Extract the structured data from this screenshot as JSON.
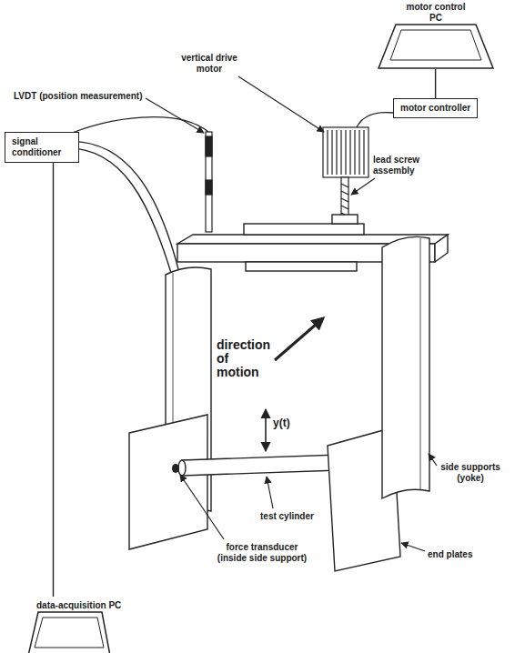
{
  "diagram": {
    "nodes": [
      {
        "text": [
          "motor control PC"
        ]
      },
      {
        "text": [
          "motor controller"
        ]
      },
      {
        "text": [
          "signal conditioner"
        ]
      },
      {
        "text": [
          "data-acquisition PC"
        ]
      }
    ],
    "edges": [
      {
        "from": 1,
        "to": 0,
        "arrow": "none"
      },
      {
        "from": 2,
        "to": 3,
        "arrow": "none"
      }
    ],
    "labels": [
      "vertical drive motor",
      "LVDT (position measurement)",
      "lead screw assembly",
      "direction of motion",
      "y(t)",
      "side supports (yoke)",
      "test cylinder",
      "end plates",
      "force transducer (inside side support)"
    ]
  }
}
